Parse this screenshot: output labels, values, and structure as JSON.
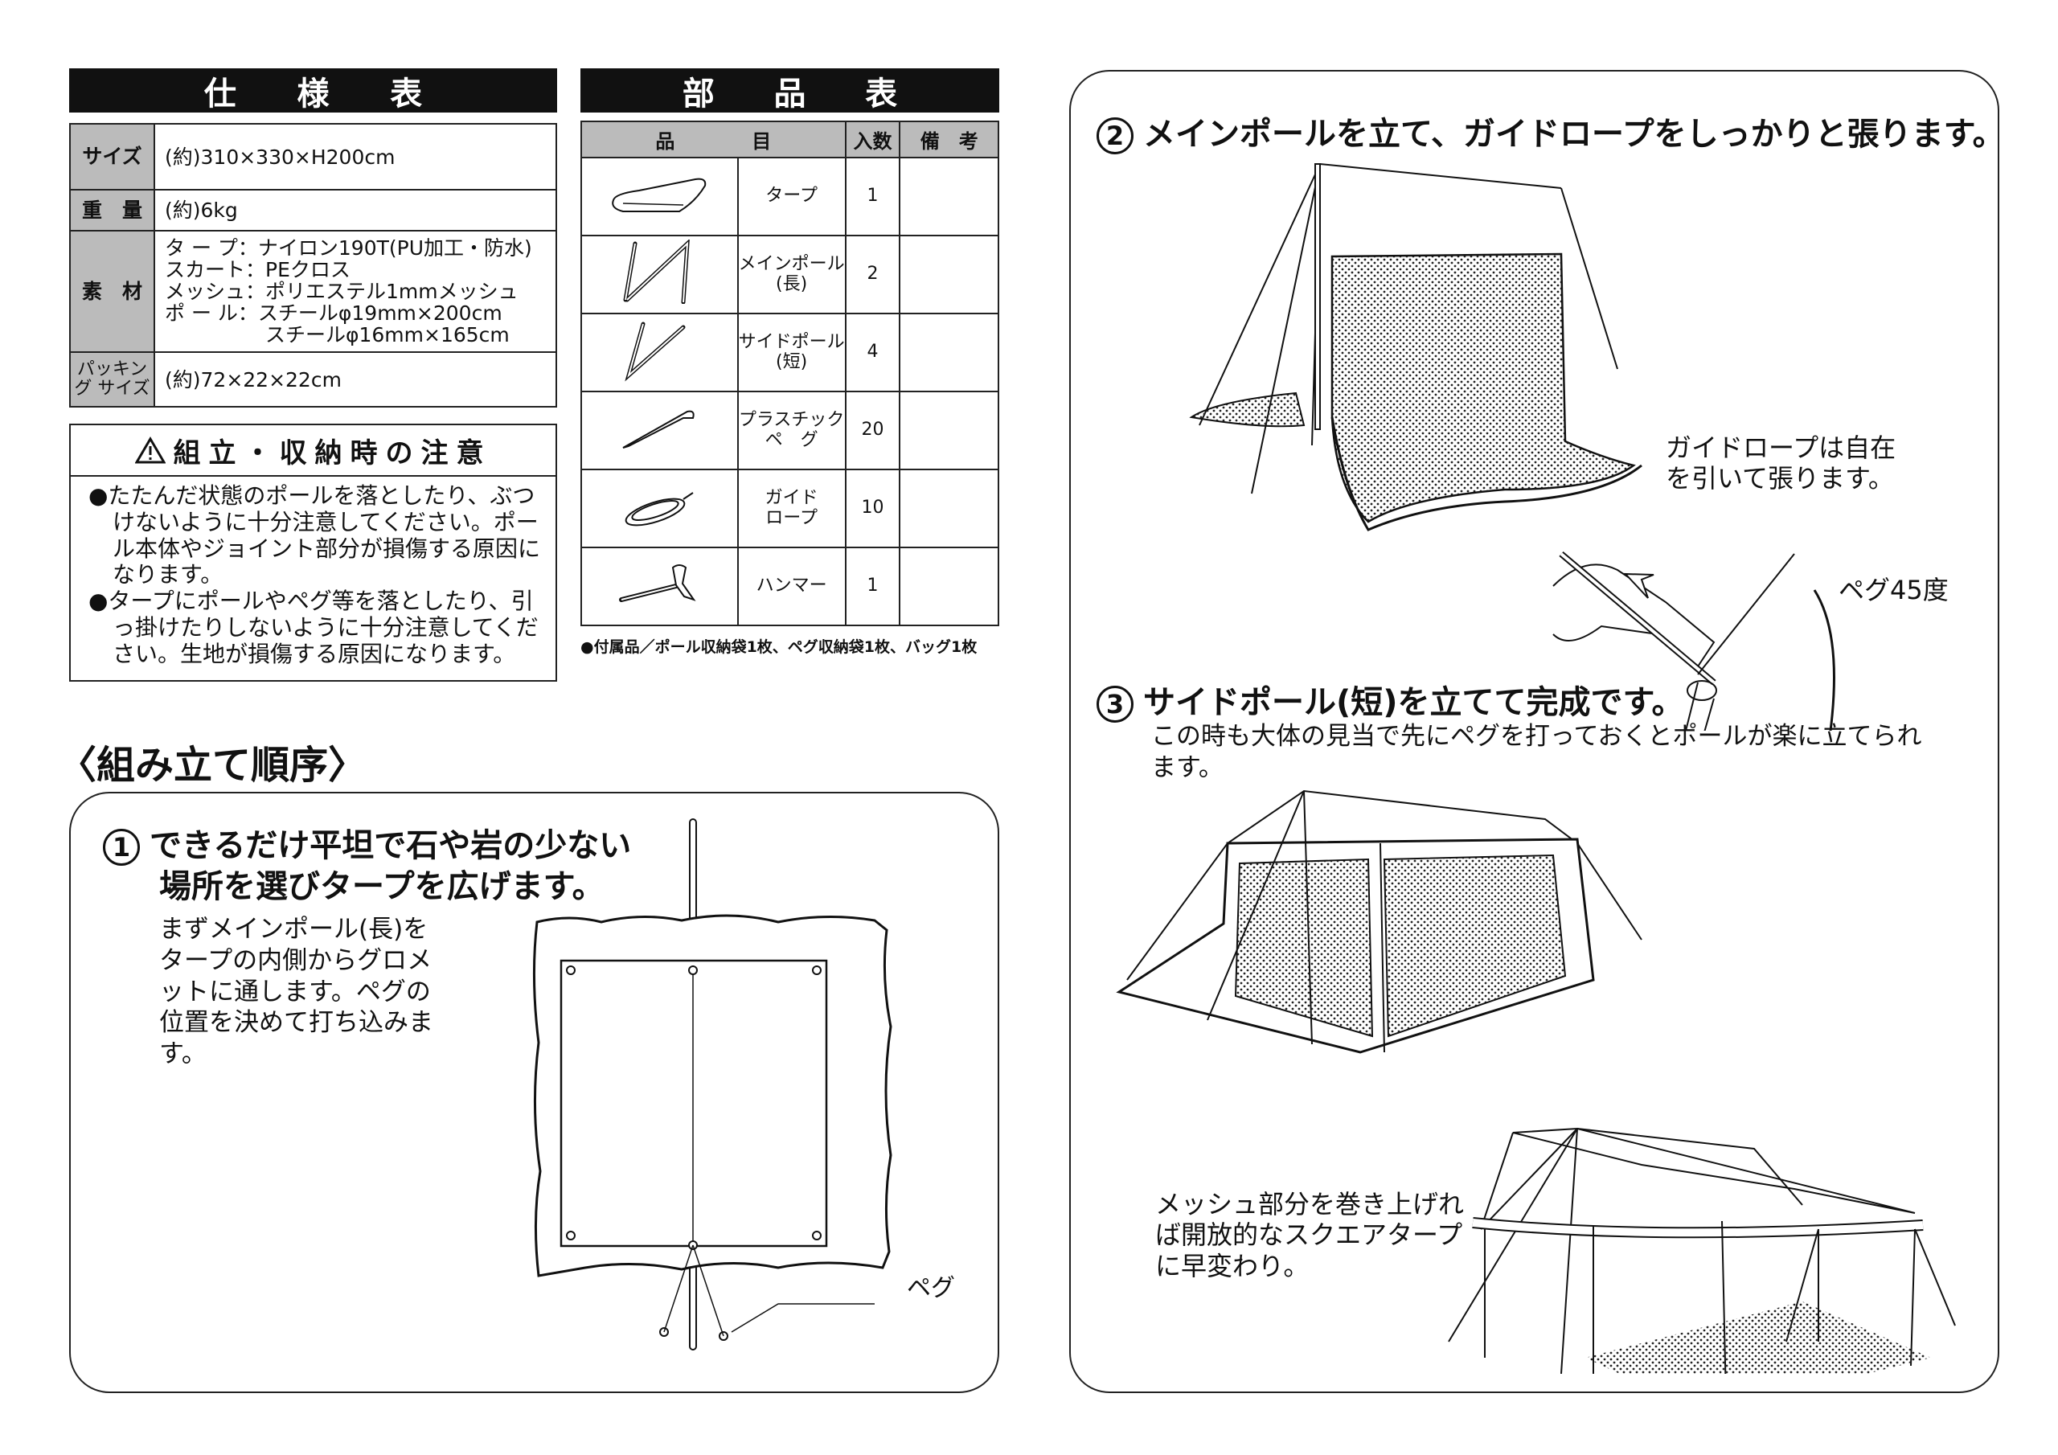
{
  "spec": {
    "title": [
      "仕",
      "様",
      "表"
    ],
    "rows": [
      {
        "label": "サイズ",
        "value": [
          "(約)310×330×H200cm"
        ]
      },
      {
        "label": "重　量",
        "value": [
          "(約)6kg"
        ]
      },
      {
        "label": "素　材",
        "value": [
          "タ ー プ：ナイロン190T(PU加工・防水)",
          "スカート：PEクロス",
          "メッシュ：ポリエステル1mmメッシュ",
          "ポ ー ル：スチールφ19mm×200cm",
          "　　　　　スチールφ16mm×165cm"
        ]
      },
      {
        "label": "パッキング サイズ",
        "value": [
          "(約)72×22×22cm"
        ]
      }
    ]
  },
  "caution": {
    "title": "組立・収納時の注意",
    "items": [
      "●たたんだ状態のポールを落としたり、ぶつけないように十分注意してください。ポール本体やジョイント部分が損傷する原因になります。",
      "●タープにポールやペグ等を落としたり、引っ掛けたりしないように十分注意してください。生地が損傷する原因になります。"
    ]
  },
  "parts": {
    "title": [
      "部",
      "品",
      "表"
    ],
    "headers": [
      "品　　　　目",
      "入数",
      "備　考"
    ],
    "rows": [
      {
        "icon": "tarp-bag",
        "name": "タープ",
        "qty": "1",
        "note": ""
      },
      {
        "icon": "main-pole",
        "name": "メインポール\n(長)",
        "qty": "2",
        "note": ""
      },
      {
        "icon": "side-pole",
        "name": "サイドポール\n(短)",
        "qty": "4",
        "note": ""
      },
      {
        "icon": "peg",
        "name": "プラスチック\nペ　グ",
        "qty": "20",
        "note": ""
      },
      {
        "icon": "rope",
        "name": "ガイド\nロープ",
        "qty": "10",
        "note": ""
      },
      {
        "icon": "hammer",
        "name": "ハンマー",
        "qty": "1",
        "note": ""
      }
    ],
    "footnote": "●付属品／ポール収納袋1枚、ペグ収納袋1枚、バッグ1枚"
  },
  "assembly": {
    "heading": "〈組み立て順序〉",
    "step1": {
      "num": "1",
      "title": [
        "できるだけ平坦で石や岩の少ない",
        "場所を選びタープを広げます。"
      ],
      "body": [
        "まずメインポール(長)を",
        "タープの内側からグロメ",
        "ットに通します。ペグの",
        "位置を決めて打ち込みま",
        "す。"
      ],
      "peg_label": "ペグ"
    },
    "step2": {
      "num": "2",
      "title": "メインポールを立て、ガイドロープをしっかりと張ります。",
      "note": [
        "ガイドロープは自在",
        "を引いて張ります。"
      ],
      "angle_label": "ペグ45度"
    },
    "step3": {
      "num": "3",
      "title": "サイドポール(短)を立てて完成です。",
      "body": [
        "この時も大体の見当で先にペグを打っておくとポールが楽に立てられ",
        "ます。"
      ],
      "note": [
        "メッシュ部分を巻き上げれ",
        "ば開放的なスクエアタープ",
        "に早変わり。"
      ]
    }
  }
}
